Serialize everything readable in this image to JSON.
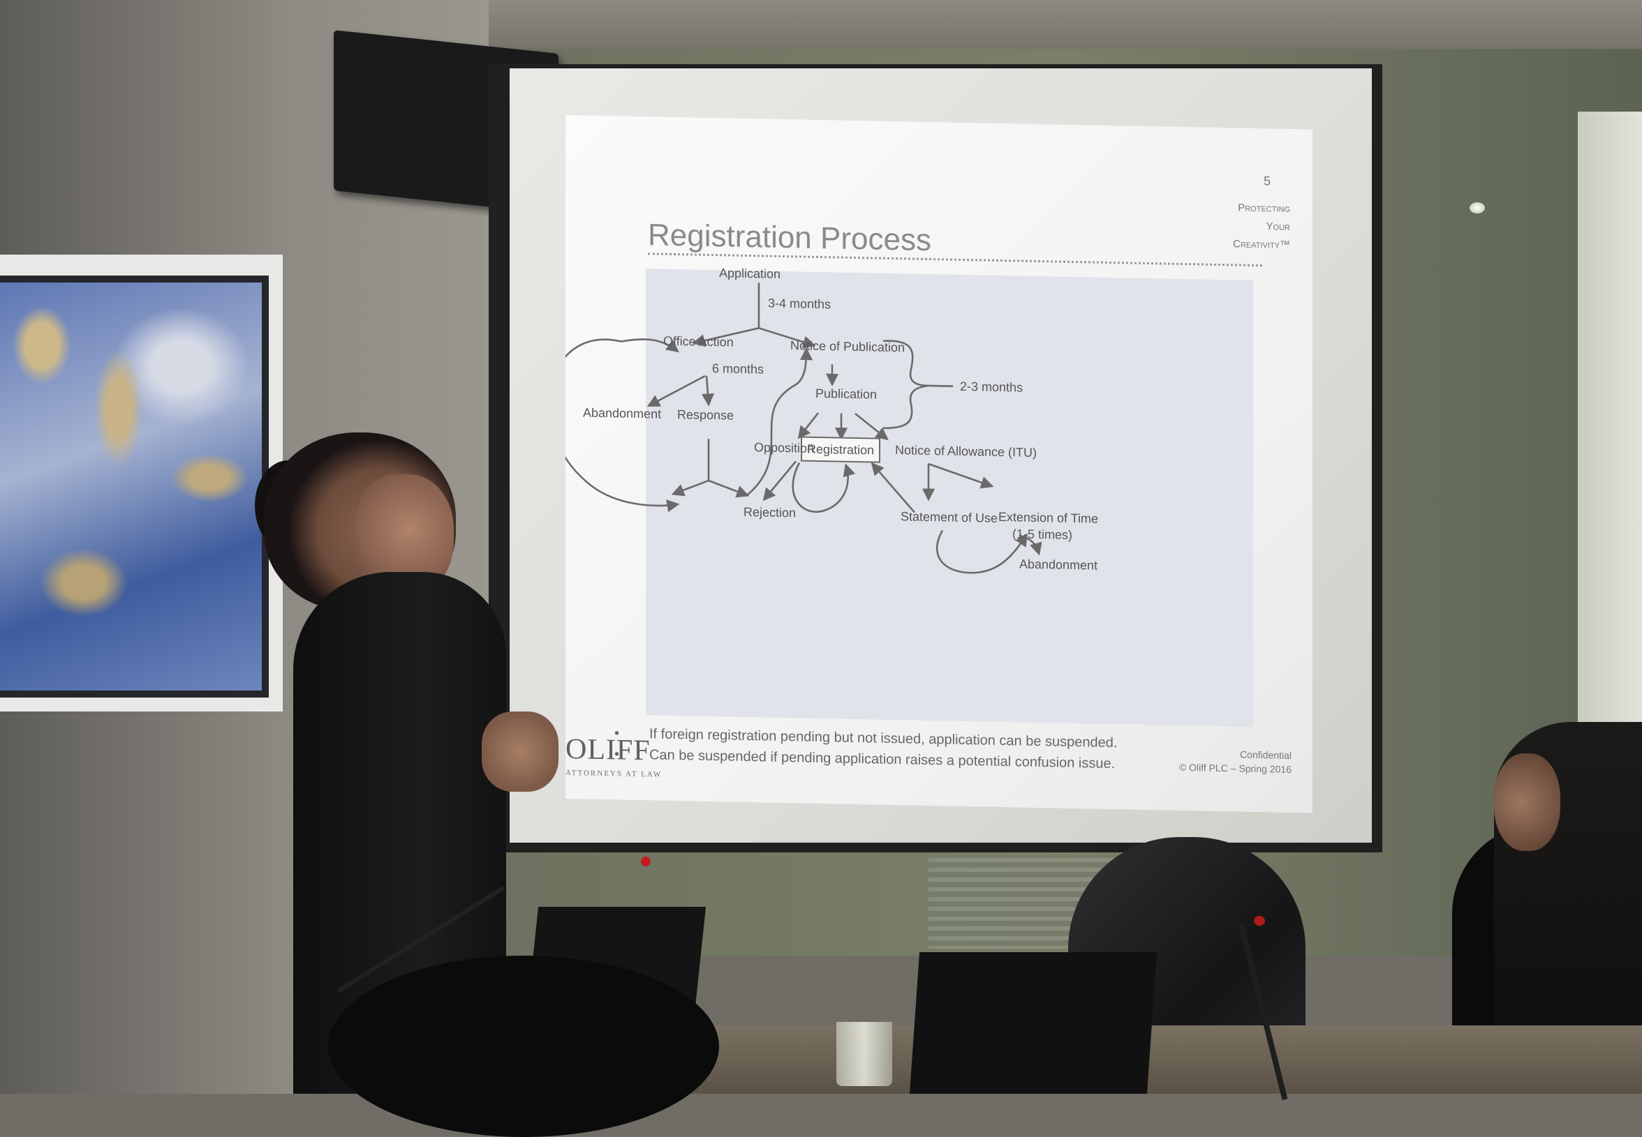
{
  "slide": {
    "page_number": "5",
    "tagline": [
      "Protecting",
      "Your",
      "Creativity™"
    ],
    "title": "Registration Process",
    "diagram": {
      "application": "Application",
      "d_3_4_months": "3-4 months",
      "office_action": "Office Action",
      "d_6_months": "6 months",
      "abandonment_1": "Abandonment",
      "response": "Response",
      "notice_of_publication": "Notice of Publication",
      "publication": "Publication",
      "d_2_3_months": "2-3 months",
      "opposition": "Opposition",
      "registration": "Registration",
      "notice_of_allowance": "Notice of Allowance (ITU)",
      "rejection": "Rejection",
      "statement_of_use": "Statement of Use",
      "extension_of_time": "Extension of Time",
      "times_1_5": "(1-5 times)",
      "abandonment_2": "Abandonment"
    },
    "bullets": [
      "If foreign registration pending but not issued, application can be suspended.",
      "Can be suspended if pending application raises a potential confusion issue."
    ],
    "logo": {
      "name": "OLIFF",
      "subtitle": "ATTORNEYS AT LAW"
    },
    "footer": {
      "line1": "Confidential",
      "line2": "© Oliff PLC – Spring 2016"
    }
  },
  "colors": {
    "slide_text": "#555555",
    "slide_title": "#8a8a8a",
    "mic_tip": "#c11b1b"
  }
}
